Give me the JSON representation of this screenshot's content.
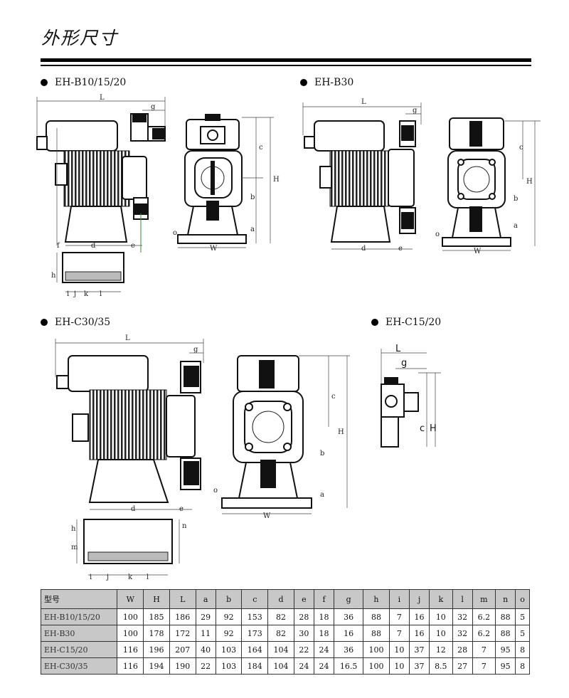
{
  "page": {
    "title": "外形尺寸"
  },
  "sections": [
    {
      "label": "EH-B10/15/20"
    },
    {
      "label": "EH-B30"
    },
    {
      "label": "EH-C30/35"
    },
    {
      "label": "EH-C15/20"
    }
  ],
  "dimension_letters": {
    "L": "L",
    "g": "g",
    "c": "c",
    "H": "H",
    "b": "b",
    "a": "a",
    "d": "d",
    "e": "e",
    "f": "f",
    "W": "W",
    "h": "h",
    "m": "m",
    "n": "n",
    "o": "o",
    "i": "i",
    "j": "j",
    "k": "k",
    "l": "l"
  },
  "table": {
    "headers": [
      "型号",
      "W",
      "H",
      "L",
      "a",
      "b",
      "c",
      "d",
      "e",
      "f",
      "g",
      "h",
      "i",
      "j",
      "k",
      "l",
      "m",
      "n",
      "o"
    ],
    "rows": [
      [
        "EH-B10/15/20",
        "100",
        "185",
        "186",
        "29",
        "92",
        "153",
        "82",
        "28",
        "18",
        "36",
        "88",
        "7",
        "16",
        "10",
        "32",
        "6.2",
        "88",
        "5"
      ],
      [
        "EH-B30",
        "100",
        "178",
        "172",
        "11",
        "92",
        "173",
        "82",
        "30",
        "18",
        "16",
        "88",
        "7",
        "16",
        "10",
        "32",
        "6.2",
        "88",
        "5"
      ],
      [
        "EH-C15/20",
        "116",
        "196",
        "207",
        "40",
        "103",
        "164",
        "104",
        "22",
        "24",
        "36",
        "100",
        "10",
        "37",
        "12",
        "28",
        "7",
        "95",
        "8"
      ],
      [
        "EH-C30/35",
        "116",
        "194",
        "190",
        "22",
        "103",
        "184",
        "104",
        "24",
        "24",
        "16.5",
        "100",
        "10",
        "37",
        "8.5",
        "27",
        "7",
        "95",
        "8"
      ]
    ]
  }
}
